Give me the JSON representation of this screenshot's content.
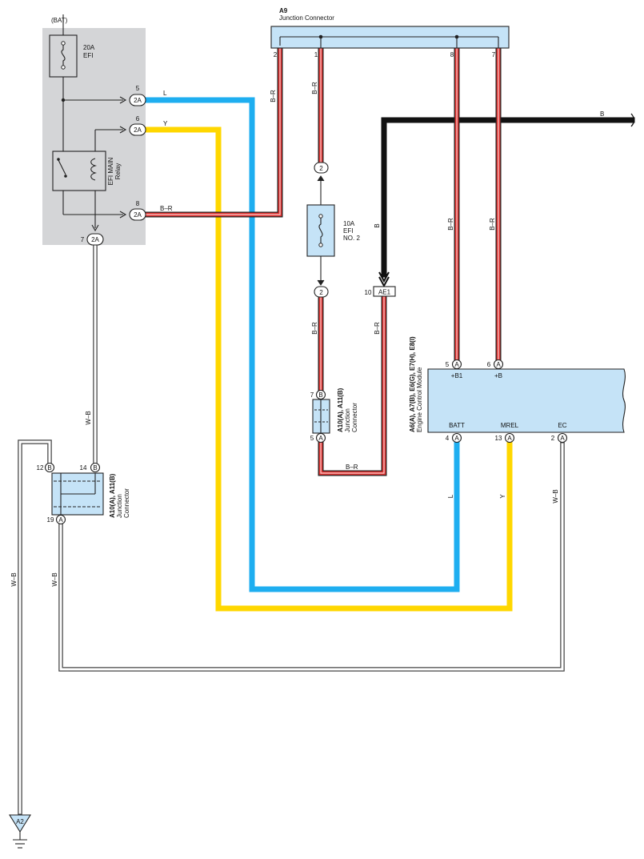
{
  "battery": {
    "label": "(BAT)"
  },
  "fuse_efi": {
    "rating": "20A",
    "name": "EFI"
  },
  "relay": {
    "line1": "EFI MAIN",
    "line2": "Relay"
  },
  "fuse_efi2": {
    "rating": "10A",
    "name1": "EFI",
    "name2": "NO. 2"
  },
  "junction_a9": {
    "id": "A9",
    "name": "Junction Connector",
    "pins": [
      "2",
      "1",
      "8",
      "7"
    ]
  },
  "junction_block": {
    "connector": "2A",
    "pins": {
      "p5": "5",
      "p6": "6",
      "p8": "8",
      "p7": "7"
    }
  },
  "jc_a10_upper": {
    "title": "A10(A), A11(B)",
    "line1": "Junction",
    "line2": "Connector",
    "pin_top": "7",
    "pin_top_conn": "B",
    "pin_bottom": "5",
    "pin_bottom_conn": "A",
    "inline_conn": "2"
  },
  "jc_a10_lower": {
    "title": "A10(A), A11(B)",
    "line1": "Junction",
    "line2": "Connector",
    "pin12": "12",
    "pin14": "14",
    "pin19": "19",
    "conn_b": "B",
    "conn_a": "A"
  },
  "ae1": {
    "pin": "10",
    "name": "AE1"
  },
  "ecm": {
    "title": "A6(A), A7(B), E6(G), E7(H), E8(I)",
    "name": "Engine Control Module",
    "top_pins": [
      {
        "num": "5",
        "conn": "A",
        "label": "+B1"
      },
      {
        "num": "6",
        "conn": "A",
        "label": "+B"
      }
    ],
    "bottom_pins": [
      {
        "num": "4",
        "conn": "A",
        "label": "BATT"
      },
      {
        "num": "13",
        "conn": "A",
        "label": "MREL"
      },
      {
        "num": "2",
        "conn": "A",
        "label": "EC"
      }
    ]
  },
  "ground": {
    "name": "A2"
  },
  "wires": {
    "l": "L",
    "y": "Y",
    "br": "B–R",
    "b": "B",
    "wb": "W–B"
  },
  "colors": {
    "blue": "#1eaef0",
    "yellow": "#ffd700",
    "red": "#e0312f",
    "black": "#111111",
    "panel_gray": "#d4d5d7",
    "component_blue": "#c5e3f7"
  }
}
